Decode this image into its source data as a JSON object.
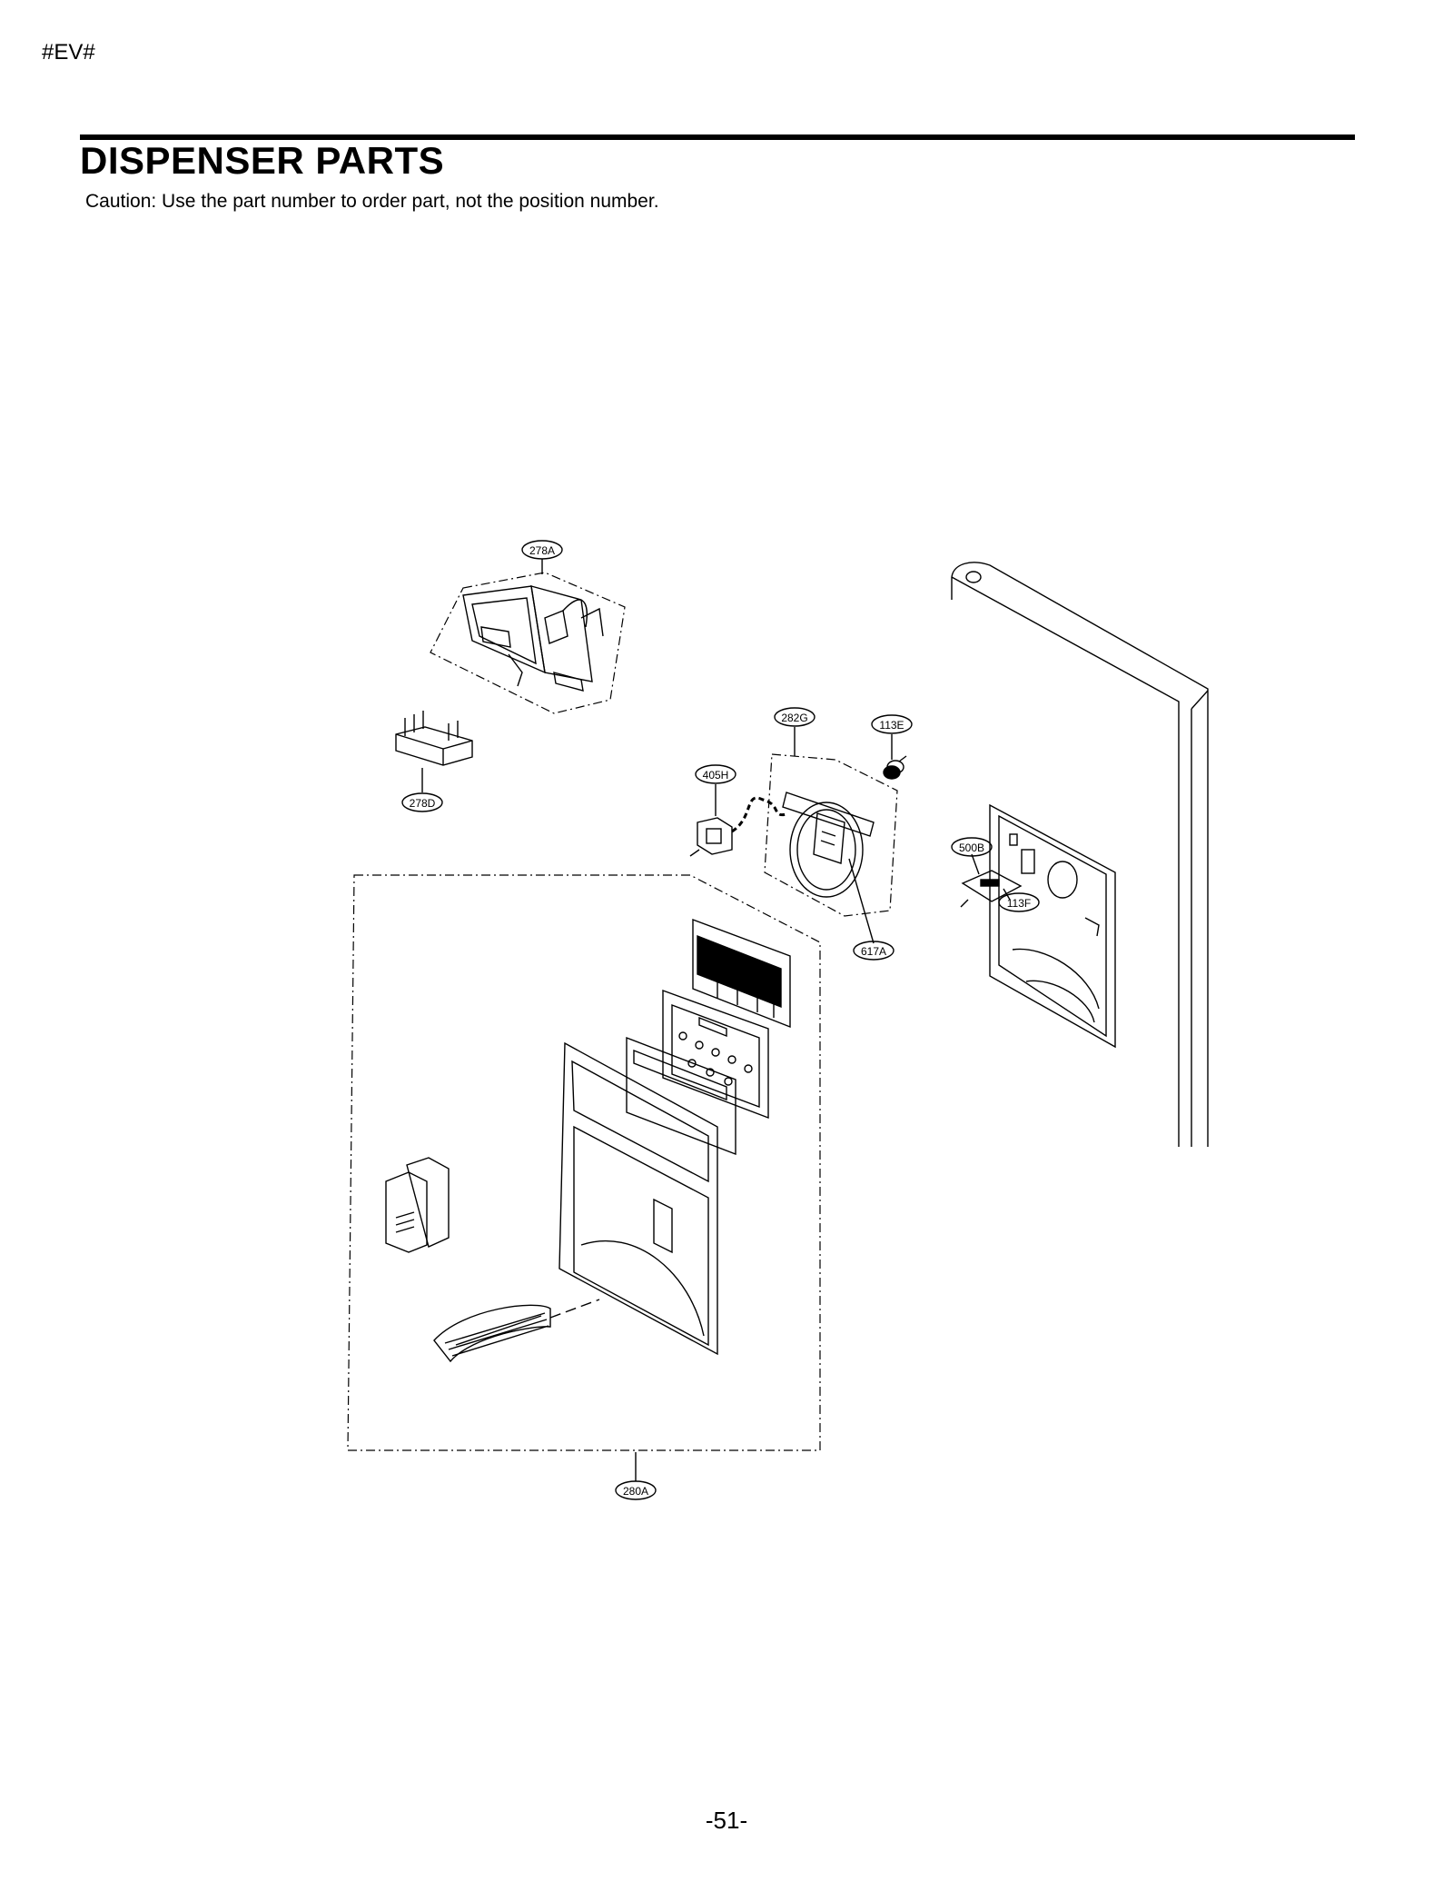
{
  "header": {
    "model_code": "#EV#",
    "title": "DISPENSER PARTS",
    "caution": "Caution: Use the part number to order part, not the position number."
  },
  "callouts": {
    "c278A": "278A",
    "c278D": "278D",
    "c282G": "282G",
    "c113E": "113E",
    "c405H": "405H",
    "c500B": "500B",
    "c113F": "113F",
    "c617A": "617A",
    "c280A": "280A"
  },
  "footer": {
    "page_number": "-51-"
  }
}
